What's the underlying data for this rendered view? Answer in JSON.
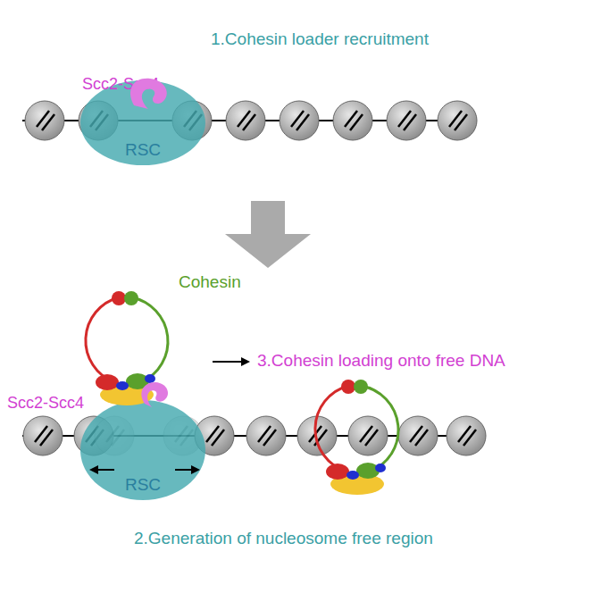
{
  "diagram": {
    "nodes": [
      {
        "text": [
          "RSC"
        ]
      },
      {
        "text": [
          "RSC"
        ]
      }
    ],
    "labels": [
      "1.Cohesin loader recruitment",
      "Scc2-Scc4",
      "Cohesin",
      "3.Cohesin loading onto free DNA",
      "Scc2-Scc4",
      "2.Generation of nucleosome free region"
    ]
  }
}
